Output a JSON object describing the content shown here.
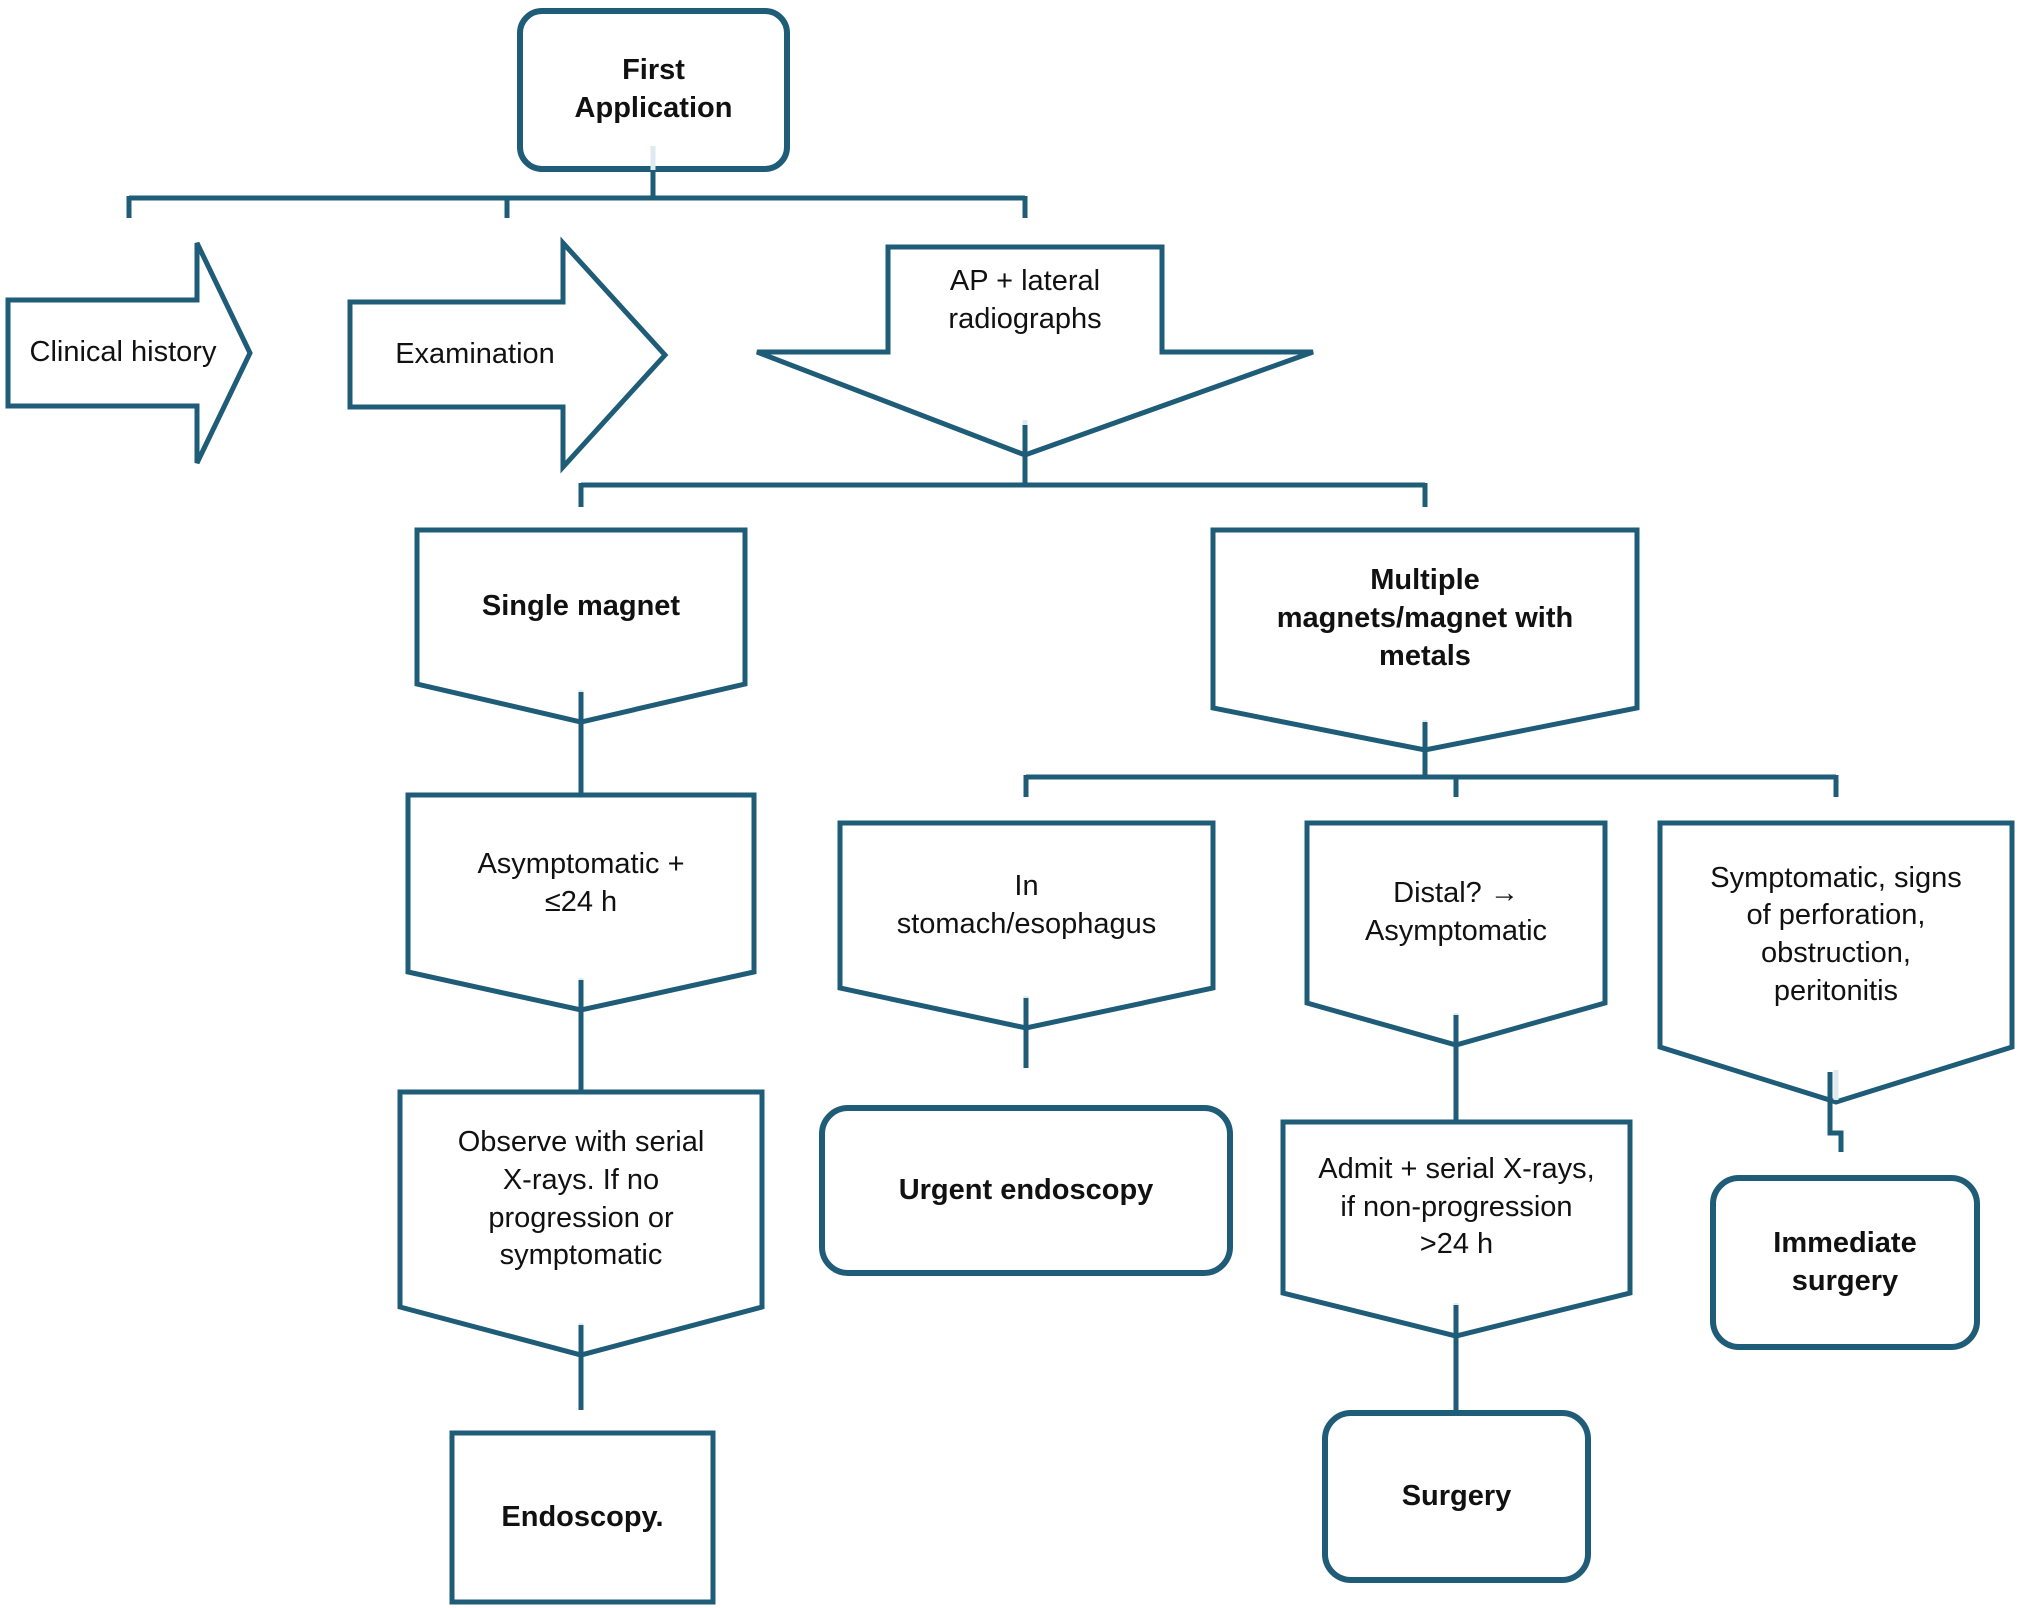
{
  "colors": {
    "outline": "#1E5C78",
    "stub": "#DFE9EE",
    "text": "#111111",
    "background": "#FFFFFF"
  },
  "nodes": {
    "first_application": {
      "label": "First\nApplication"
    },
    "clinical_history": {
      "label": "Clinical history"
    },
    "examination": {
      "label": "Examination"
    },
    "ap_lateral_radiographs": {
      "label": "AP + lateral\nradiographs"
    },
    "single_magnet": {
      "label": "Single magnet"
    },
    "multiple_magnets": {
      "label": "Multiple\nmagnets/magnet with\nmetals"
    },
    "asymptomatic_24h": {
      "label": "Asymptomatic +\n≤24 h"
    },
    "observe_serial_xrays": {
      "label": "Observe with serial\nX-rays. If no\nprogression or\nsymptomatic"
    },
    "endoscopy": {
      "label": "Endoscopy."
    },
    "in_stomach_esophagus": {
      "label": "In\nstomach/esophagus"
    },
    "urgent_endoscopy": {
      "label": "Urgent endoscopy"
    },
    "distal_asymptomatic": {
      "label": "Distal? →\nAsymptomatic"
    },
    "admit_serial_xrays": {
      "label": "Admit + serial X-rays,\nif non-progression\n>24 h"
    },
    "surgery": {
      "label": "Surgery"
    },
    "symptomatic_perforation": {
      "label": "Symptomatic, signs\nof perforation,\nobstruction,\nperitonitis"
    },
    "immediate_surgery": {
      "label": "Immediate\nsurgery"
    }
  }
}
